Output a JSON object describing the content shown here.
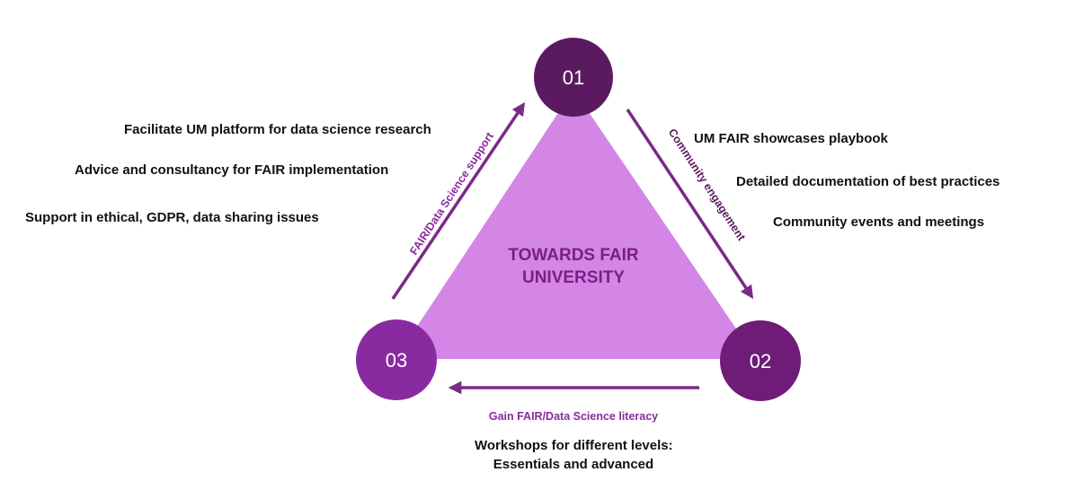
{
  "center": {
    "line1": "TOWARDS FAIR",
    "line2": "UNIVERSITY"
  },
  "nodes": {
    "n01": "01",
    "n02": "02",
    "n03": "03"
  },
  "arrows": {
    "left": "FAIR/Data Science support",
    "right": "Community engagement",
    "bottom": "Gain FAIR/Data Science literacy"
  },
  "left_items": [
    "Facilitate UM platform for data science research",
    "Advice and consultancy for FAIR implementation",
    "Support in ethical, GDPR, data sharing issues"
  ],
  "right_items": [
    "UM FAIR showcases playbook",
    "Detailed documentation of best practices",
    "Community events and meetings"
  ],
  "bottom_items": {
    "line1": "Workshops for different levels:",
    "line2": "Essentials and advanced"
  },
  "colors": {
    "triangle": "#d386e6",
    "node_dark": "#5b1a5f",
    "node_mid": "#6e1c78",
    "node_light": "#8a2aa0",
    "arrow": "#7a2a88",
    "center_text": "#7a1f86"
  }
}
